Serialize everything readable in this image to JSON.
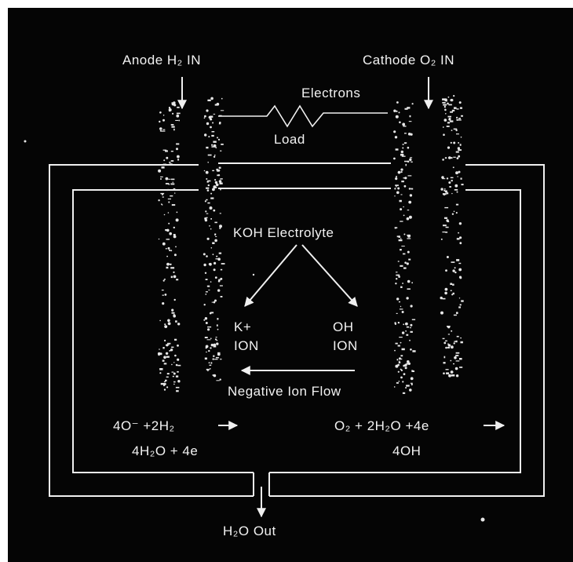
{
  "labels": {
    "anode_in": "Anode H₂ IN",
    "cathode_in": "Cathode O₂ IN",
    "electrons": "Electrons",
    "load": "Load",
    "electrolyte": "KOH Electrolyte",
    "k_ion_line1": "K+",
    "k_ion_line2": "ION",
    "oh_ion_line1": "OH",
    "oh_ion_line2": "ION",
    "negative_ion_flow": "Negative Ion Flow",
    "anode_reaction_line1": "4O⁻ +2H₂",
    "anode_reaction_line2": "4H₂O + 4e",
    "cathode_reaction_line1": "O₂ + 2H₂O +4e",
    "cathode_reaction_line2": "4OH",
    "water_out": "H₂O Out"
  },
  "colors": {
    "background": "#050505",
    "foreground": "#f0f0f0"
  }
}
